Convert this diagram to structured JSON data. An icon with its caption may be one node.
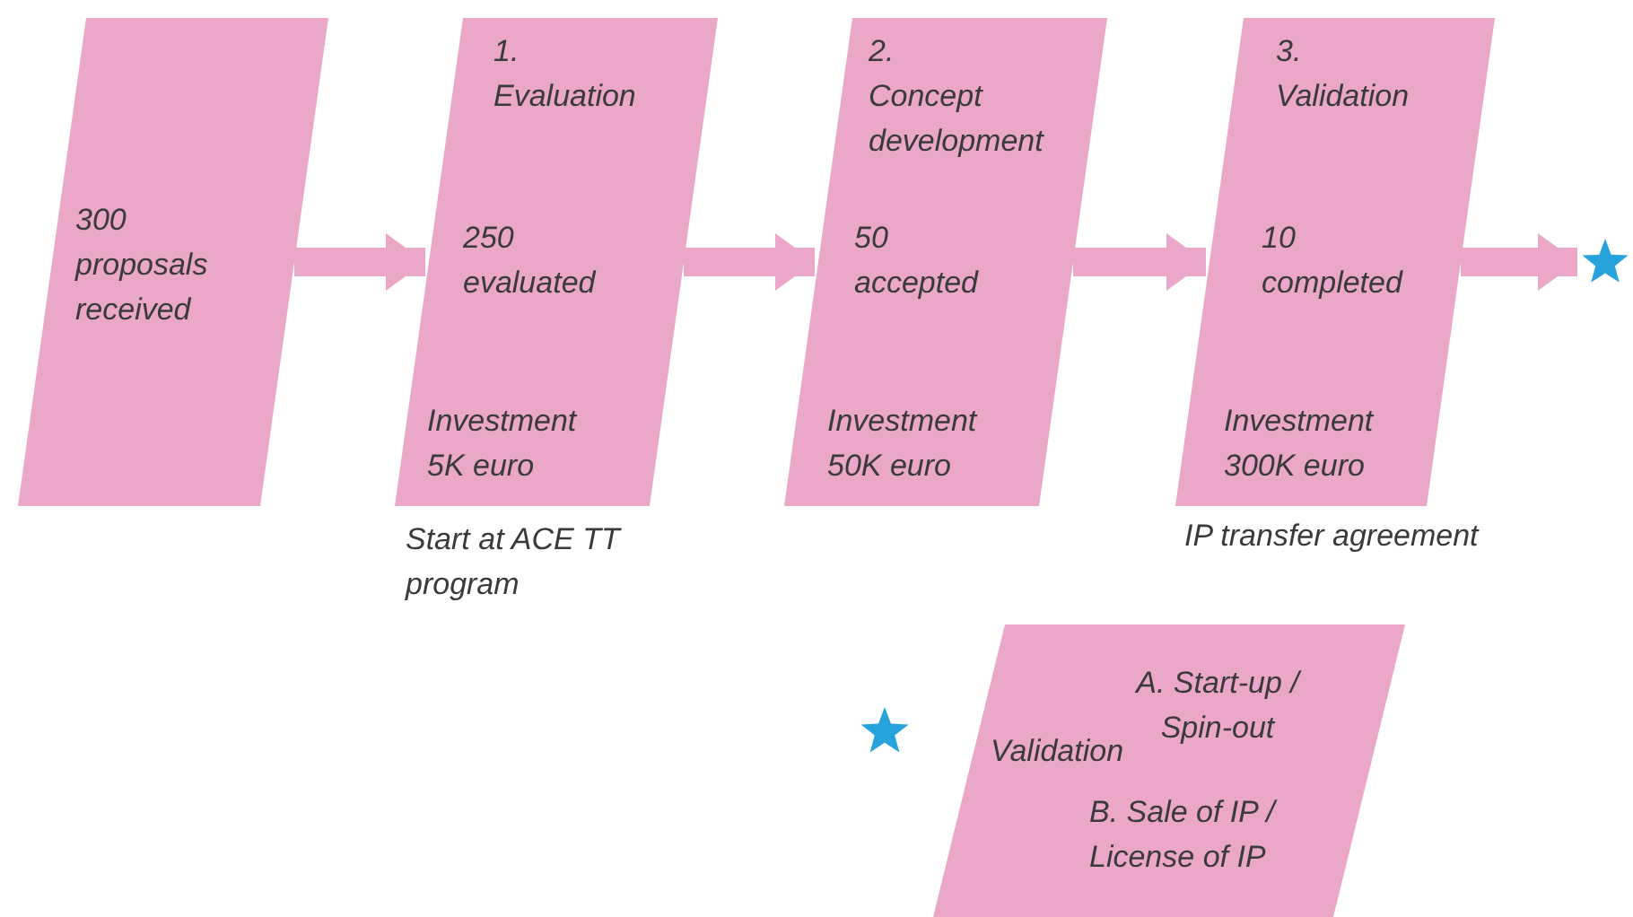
{
  "diagram": {
    "nodes": [
      {
        "text": [
          "300 proposals received"
        ]
      },
      {
        "text": [
          "1.",
          "Evaluation",
          "250 evaluated",
          "Investment 5K euro"
        ],
        "beside": [
          "Start at ACE TT program"
        ]
      },
      {
        "text": [
          "2.",
          "Concept development",
          "50 accepted",
          "Investment 50K euro"
        ]
      },
      {
        "text": [
          "3.",
          "Validation",
          "10 completed",
          "Investment 300K euro"
        ],
        "beside": [
          "IP transfer agreement"
        ]
      },
      {
        "text": [],
        "shape": "star"
      },
      {
        "text": [],
        "shape": "star"
      },
      {
        "text": [
          "A. Start-up / Spin-out",
          "Validation",
          "B. Sale of IP / License of IP"
        ]
      }
    ],
    "edges": [
      {
        "from": 0,
        "to": 1,
        "arrow": "to"
      },
      {
        "from": 1,
        "to": 2,
        "arrow": "to"
      },
      {
        "from": 2,
        "to": 3,
        "arrow": "to"
      },
      {
        "from": 3,
        "to": 4,
        "arrow": "to"
      }
    ]
  }
}
